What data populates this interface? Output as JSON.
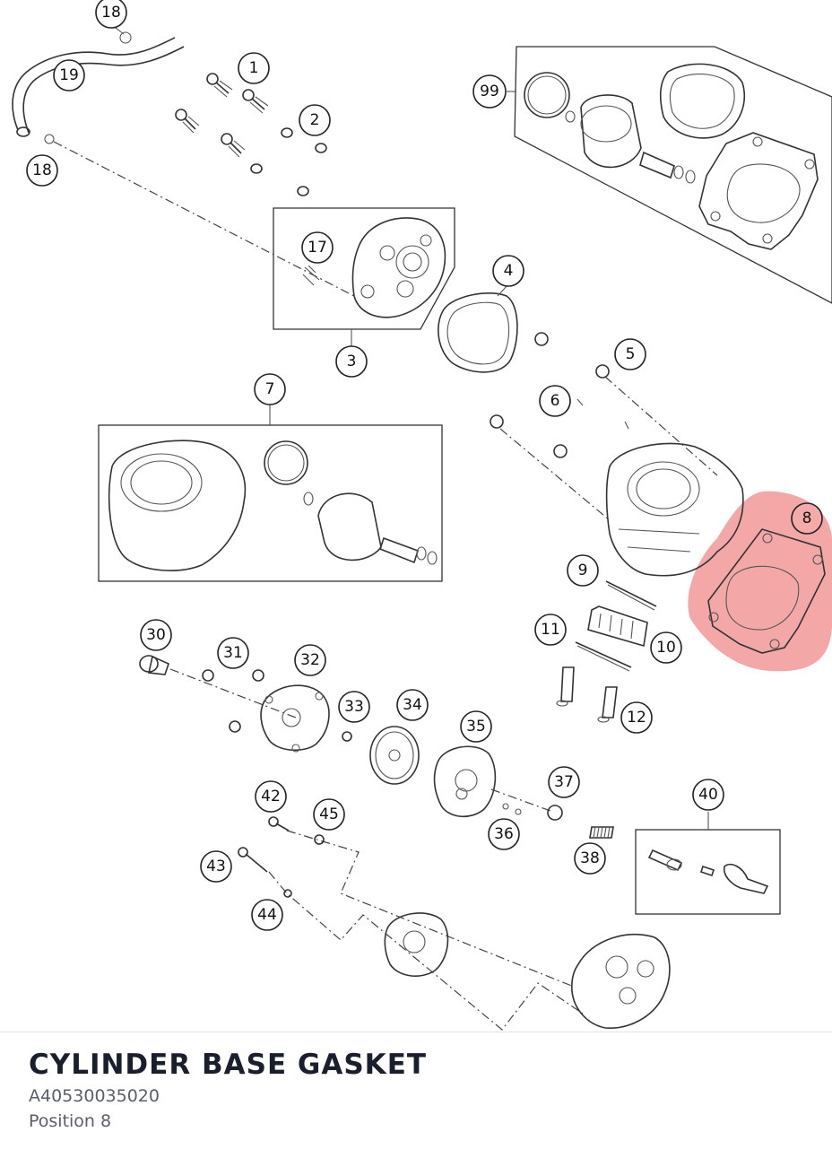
{
  "callouts": [
    "18",
    "19",
    "18",
    "1",
    "2",
    "99",
    "17",
    "3",
    "4",
    "5",
    "6",
    "7",
    "8",
    "9",
    "11",
    "10",
    "12",
    "30",
    "31",
    "32",
    "33",
    "34",
    "35",
    "37",
    "36",
    "38",
    "40",
    "42",
    "45",
    "43",
    "44"
  ],
  "selected": {
    "name": "CYLINDER BASE GASKET",
    "part_number": "A40530035020",
    "position_label": "Position 8",
    "position_callout": "8"
  },
  "colors": {
    "highlight": "#f08a8a",
    "title": "#1a1f2e",
    "subtitle": "#5a5f6a"
  }
}
